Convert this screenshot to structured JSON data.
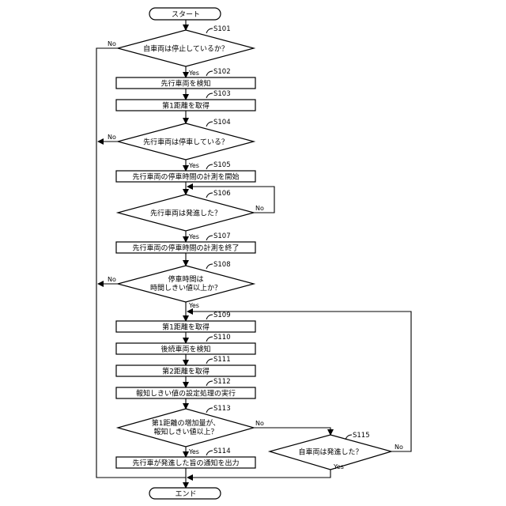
{
  "start": "スタート",
  "end": "エンド",
  "yes": "Yes",
  "no": "No",
  "steps": {
    "s101": {
      "id": "S101",
      "text": "自車両は停止しているか？"
    },
    "s102": {
      "id": "S102",
      "text": "先行車両を検知"
    },
    "s103": {
      "id": "S103",
      "text": "第1距離を取得"
    },
    "s104": {
      "id": "S104",
      "text": "先行車両は停車している？"
    },
    "s105": {
      "id": "S105",
      "text": "先行車両の停車時間の計測を開始"
    },
    "s106": {
      "id": "S106",
      "text": "先行車両は発進した？"
    },
    "s107": {
      "id": "S107",
      "text": "先行車両の停車時間の計測を終了"
    },
    "s108": {
      "id": "S108",
      "line1": "停車時間は",
      "line2": "時間しきい値以上か？"
    },
    "s109": {
      "id": "S109",
      "text": "第1距離を取得"
    },
    "s110": {
      "id": "S110",
      "text": "後続車両を検知"
    },
    "s111": {
      "id": "S111",
      "text": "第2距離を取得"
    },
    "s112": {
      "id": "S112",
      "text": "報知しきい値の設定処理の実行"
    },
    "s113": {
      "id": "S113",
      "line1": "第1距離の増加量が、",
      "line2": "報知しきい値以上？"
    },
    "s114": {
      "id": "S114",
      "text": "先行車が発進した旨の通知を出力"
    },
    "s115": {
      "id": "S115",
      "text": "自車両は発進した？"
    }
  }
}
